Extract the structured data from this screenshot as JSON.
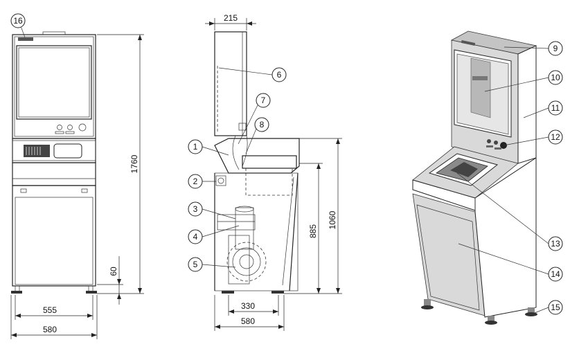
{
  "dimensions": {
    "front_width_outer": "580",
    "front_width_inner": "555",
    "total_height": "1760",
    "foot_height": "60",
    "top_depth": "215",
    "height_885": "885",
    "height_1060": "1060",
    "depth_330": "330",
    "depth_580": "580"
  },
  "callouts": [
    "1",
    "2",
    "3",
    "4",
    "5",
    "6",
    "7",
    "8",
    "9",
    "10",
    "11",
    "12",
    "13",
    "14",
    "15",
    "16"
  ]
}
